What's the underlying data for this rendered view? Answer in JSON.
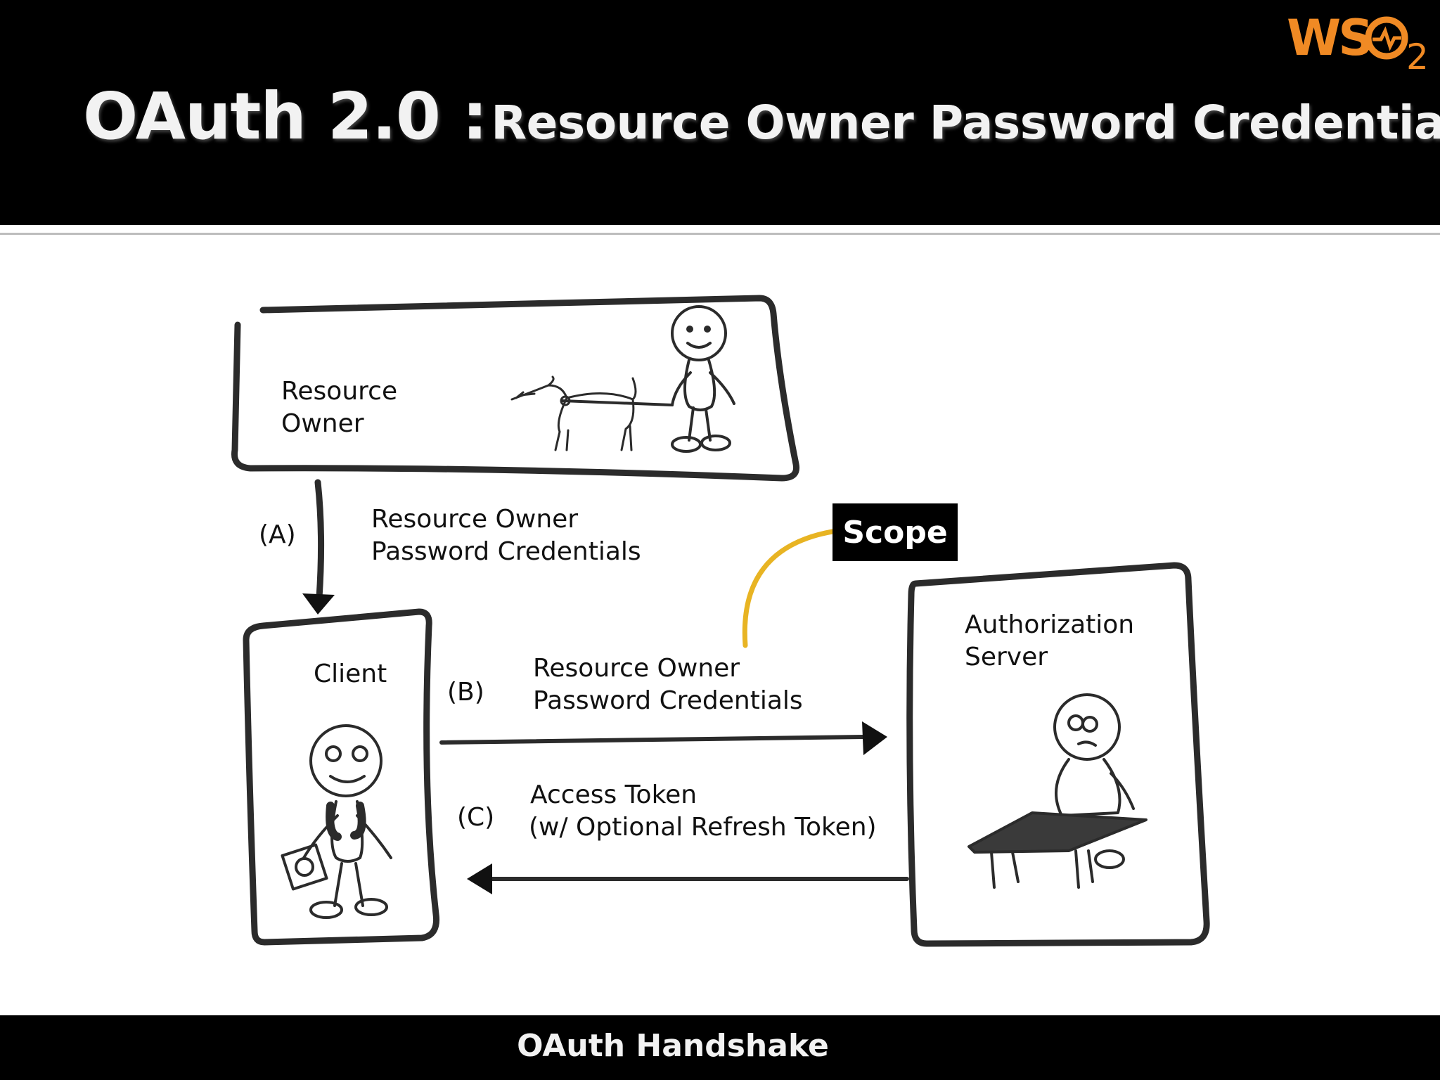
{
  "slide": {
    "title_main": "OAuth 2.0 :",
    "title_sub": "Resource Owner Password Credentials",
    "footer": "OAuth Handshake",
    "logo_text": "WSO2"
  },
  "diagram": {
    "resource_owner": {
      "line1": "Resource",
      "line2": "Owner"
    },
    "client": {
      "label": "Client"
    },
    "auth_server": {
      "line1": "Authorization",
      "line2": "Server"
    },
    "step_a": {
      "tag": "(A)",
      "line1": "Resource Owner",
      "line2": "Password Credentials"
    },
    "step_b": {
      "tag": "(B)",
      "line1": "Resource Owner",
      "line2": "Password Credentials"
    },
    "step_c": {
      "tag": "(C)",
      "line1": "Access Token",
      "line2": "(w/ Optional Refresh Token)"
    },
    "callout": "Scope"
  },
  "colors": {
    "header_bg": "#000000",
    "logo_orange": "#f08a24",
    "callout_line": "#e8b423"
  }
}
